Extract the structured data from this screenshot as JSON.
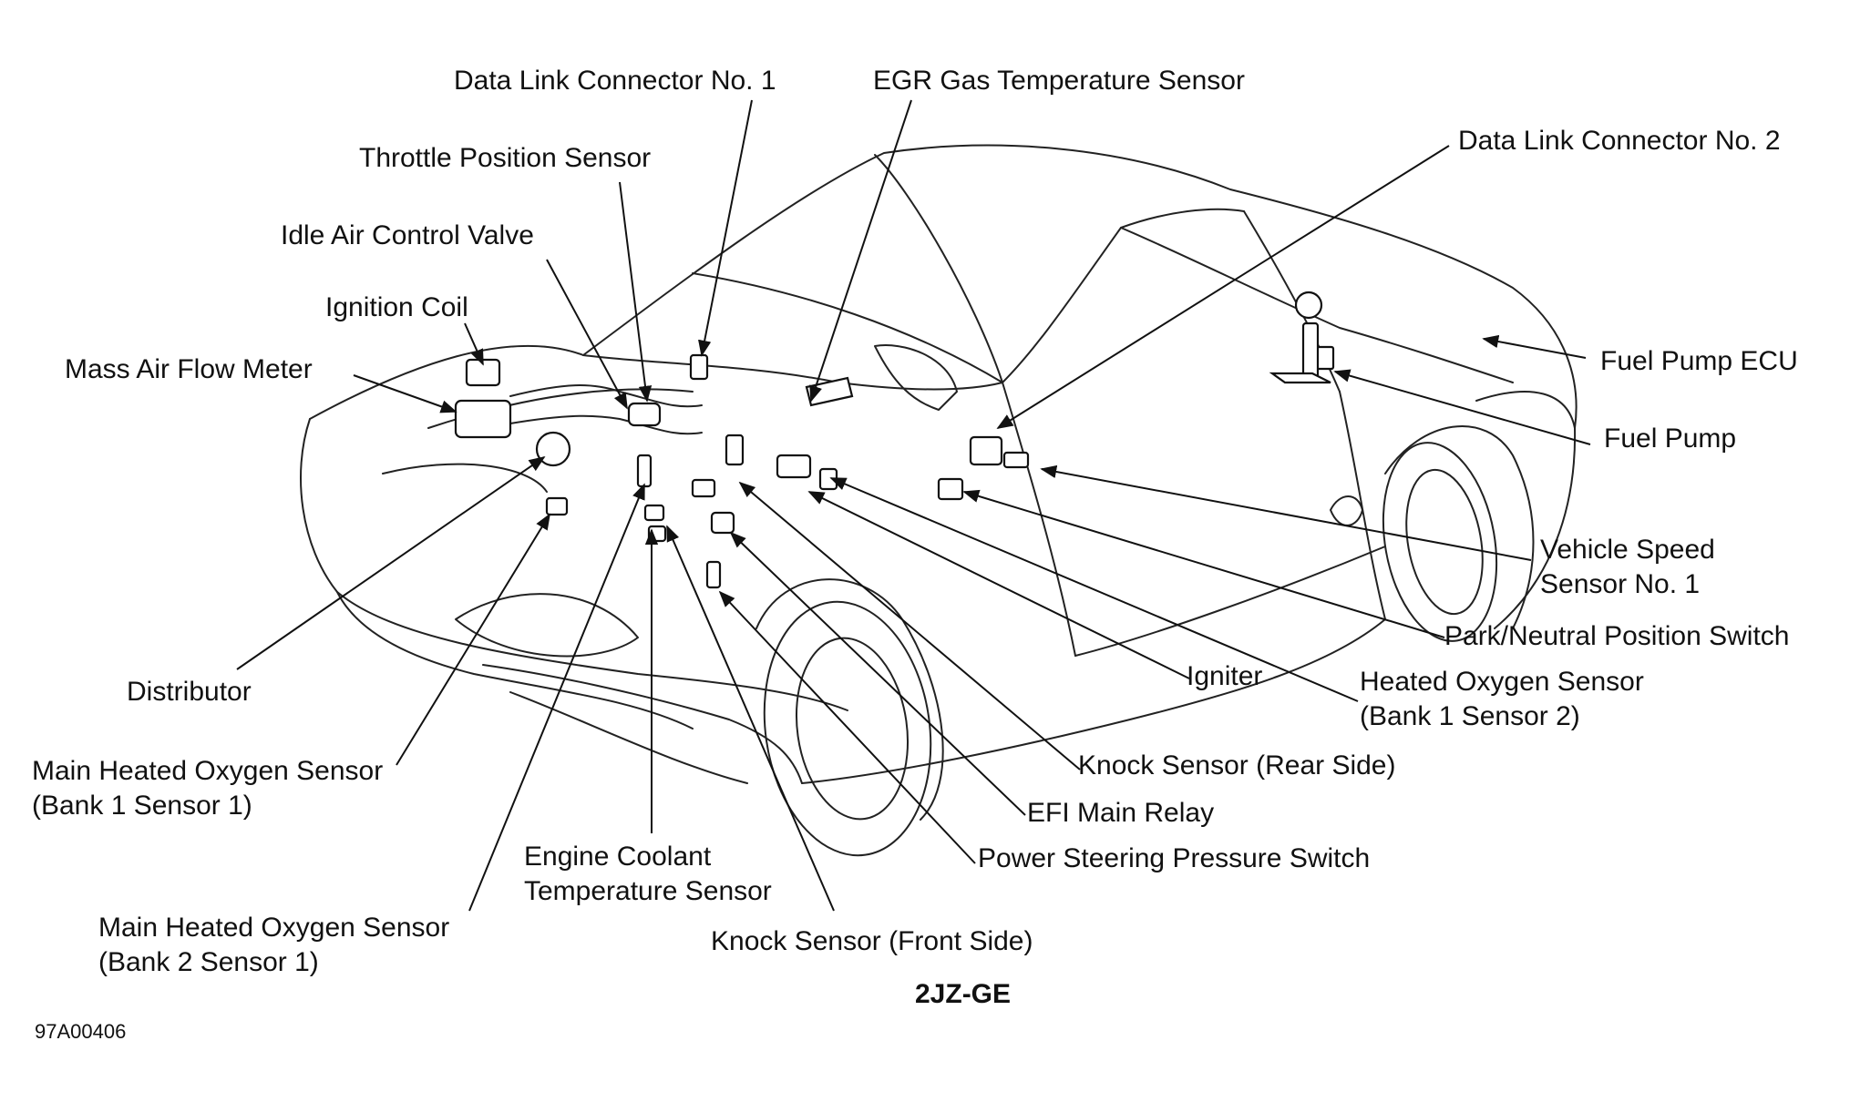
{
  "labels": {
    "data_link_connector_1": "Data Link Connector No. 1",
    "egr_gas_temp_sensor": "EGR Gas Temperature Sensor",
    "data_link_connector_2": "Data Link Connector No. 2",
    "throttle_position_sensor": "Throttle Position Sensor",
    "idle_air_control_valve": "Idle Air Control Valve",
    "ignition_coil": "Ignition Coil",
    "mass_air_flow_meter": "Mass Air Flow Meter",
    "fuel_pump_ecu": "Fuel Pump ECU",
    "fuel_pump": "Fuel Pump",
    "vehicle_speed_sensor_1": "Vehicle Speed",
    "vehicle_speed_sensor_2": "Sensor  No. 1",
    "park_neutral_switch": "Park/Neutral Position Switch",
    "distributor": "Distributor",
    "igniter": "Igniter",
    "heated_o2_b1s2_1": "Heated Oxygen Sensor",
    "heated_o2_b1s2_2": "(Bank 1 Sensor 2)",
    "main_o2_b1s1_1": "Main Heated Oxygen Sensor",
    "main_o2_b1s1_2": "(Bank 1 Sensor 1)",
    "knock_sensor_rear": "Knock Sensor (Rear Side)",
    "efi_main_relay": "EFI Main Relay",
    "engine_coolant_1": "Engine Coolant",
    "engine_coolant_2": "Temperature Sensor",
    "power_steering_switch": "Power Steering Pressure Switch",
    "main_o2_b2s1_1": "Main Heated Oxygen Sensor",
    "main_o2_b2s1_2": "(Bank 2 Sensor 1)",
    "knock_sensor_front": "Knock Sensor (Front Side)"
  },
  "caption": "2JZ-GE",
  "figure_id": "97A00406"
}
